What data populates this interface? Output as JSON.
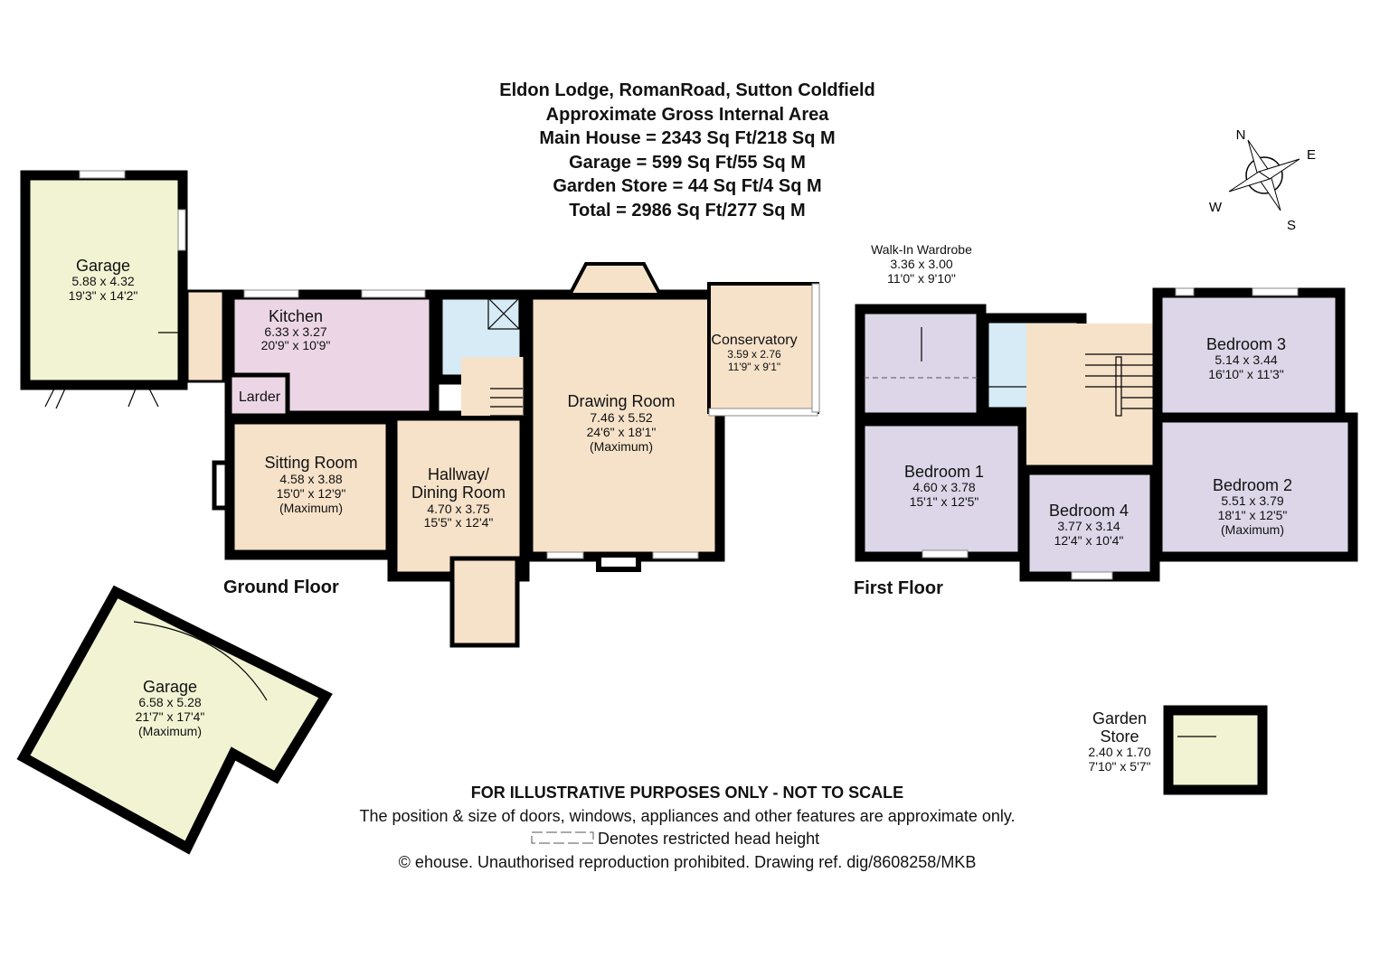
{
  "header": {
    "title": "Eldon Lodge, RomanRoad, Sutton Coldfield",
    "subtitle": "Approximate Gross Internal Area",
    "main_house": "Main House = 2343 Sq Ft/218 Sq M",
    "garage": "Garage = 599 Sq Ft/55 Sq M",
    "garden_store": "Garden Store = 44 Sq Ft/4 Sq M",
    "total": "Total = 2986 Sq Ft/277 Sq M"
  },
  "compass": {
    "n": "N",
    "e": "E",
    "s": "S",
    "w": "W"
  },
  "ground_floor": {
    "label": "Ground Floor",
    "rooms": {
      "garage1": {
        "name": "Garage",
        "metric": "5.88 x 4.32",
        "imperial": "19'3\" x 14'2\""
      },
      "kitchen": {
        "name": "Kitchen",
        "metric": "6.33 x 3.27",
        "imperial": "20'9\" x 10'9\""
      },
      "larder": {
        "name": "Larder"
      },
      "sitting": {
        "name": "Sitting Room",
        "metric": "4.58 x 3.88",
        "imperial": "15'0\" x 12'9\"",
        "note": "(Maximum)"
      },
      "hallway": {
        "name1": "Hallway/",
        "name2": "Dining Room",
        "metric": "4.70 x 3.75",
        "imperial": "15'5\" x 12'4\""
      },
      "drawing": {
        "name": "Drawing Room",
        "metric": "7.46 x 5.52",
        "imperial": "24'6\" x 18'1\"",
        "note": "(Maximum)"
      },
      "conservatory": {
        "name": "Conservatory",
        "metric": "3.59 x 2.76",
        "imperial": "11'9\" x 9'1\""
      },
      "garage2": {
        "name": "Garage",
        "metric": "6.58 x 5.28",
        "imperial": "21'7\" x 17'4\"",
        "note": "(Maximum)"
      }
    }
  },
  "first_floor": {
    "label": "First Floor",
    "rooms": {
      "wardrobe": {
        "name": "Walk-In Wardrobe",
        "metric": "3.36 x 3.00",
        "imperial": "11'0\" x 9'10\""
      },
      "bed1": {
        "name": "Bedroom 1",
        "metric": "4.60 x 3.78",
        "imperial": "15'1\" x 12'5\""
      },
      "bed2": {
        "name": "Bedroom 2",
        "metric": "5.51 x 3.79",
        "imperial": "18'1\" x 12'5\"",
        "note": "(Maximum)"
      },
      "bed3": {
        "name": "Bedroom 3",
        "metric": "5.14 x 3.44",
        "imperial": "16'10\" x 11'3\""
      },
      "bed4": {
        "name": "Bedroom 4",
        "metric": "3.77 x 3.14",
        "imperial": "12'4\" x 10'4\""
      }
    }
  },
  "garden_store": {
    "name1": "Garden",
    "name2": "Store",
    "metric": "2.40 x 1.70",
    "imperial": "7'10\" x 5'7\""
  },
  "footer": {
    "disclaimer": "FOR ILLUSTRATIVE PURPOSES ONLY - NOT TO SCALE",
    "note": "The position & size of doors, windows, appliances and other features are approximate only.",
    "legend": "Denotes restricted head height",
    "copyright": "© ehouse. Unauthorised reproduction prohibited. Drawing ref. dig/8608258/MKB"
  },
  "colors": {
    "peach": "#f6e2c9",
    "pink": "#ecd6e6",
    "blue": "#d6ebf5",
    "garage": "#f1f3d3",
    "lavender": "#dcd6e8"
  }
}
